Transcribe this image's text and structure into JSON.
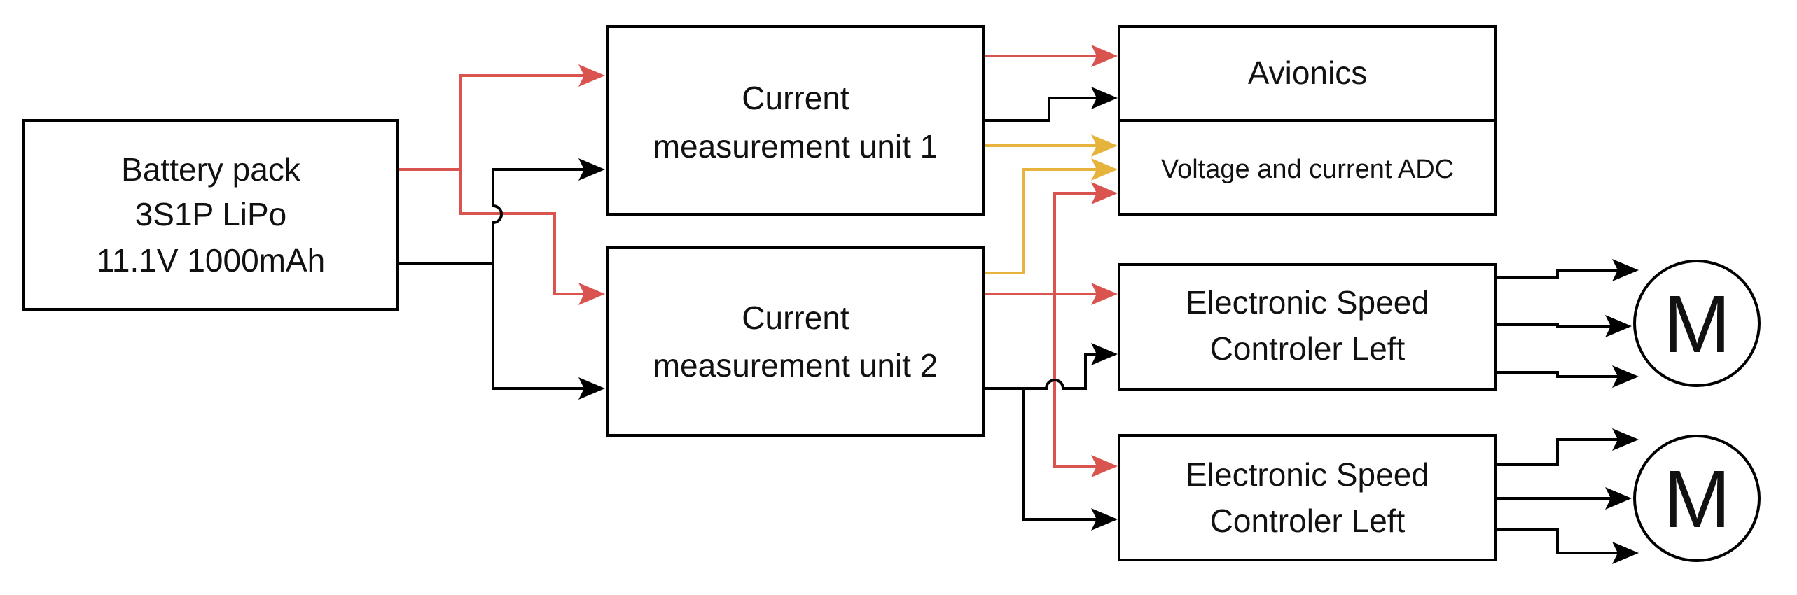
{
  "blocks": {
    "battery": {
      "line1": "Battery pack",
      "line2": "3S1P LiPo",
      "line3": "11.1V 1000mAh"
    },
    "cmu1": {
      "line1": "Current",
      "line2": "measurement unit 1"
    },
    "cmu2": {
      "line1": "Current",
      "line2": "measurement unit 2"
    },
    "avionics": {
      "label": "Avionics"
    },
    "adc": {
      "label": "Voltage and current ADC"
    },
    "esc_top": {
      "line1": "Electronic Speed",
      "line2": "Controler Left"
    },
    "esc_bottom": {
      "line1": "Electronic Speed",
      "line2": "Controler Left"
    },
    "motor_top": {
      "label": "M"
    },
    "motor_bottom": {
      "label": "M"
    }
  },
  "colors": {
    "positive_wire": "#D9534F",
    "negative_wire": "#000000",
    "signal_wire": "#E6B43C"
  }
}
